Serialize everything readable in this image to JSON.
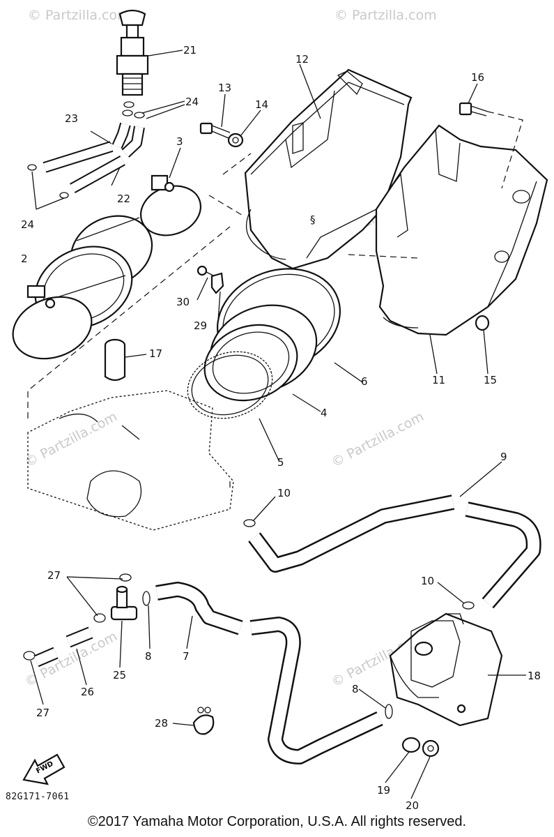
{
  "watermark": "© Partzilla.com",
  "part_code": "82G171-7061",
  "copyright": "©2017 Yamaha Motor Corporation, U.S.A. All rights reserved.",
  "fwd_label": "FWD",
  "callouts": {
    "c2": "2",
    "c3": "3",
    "c4": "4",
    "c5": "5",
    "c6": "6",
    "c7": "7",
    "c8a": "8",
    "c8b": "8",
    "c9": "9",
    "c10a": "10",
    "c10b": "10",
    "c11": "11",
    "c12": "12",
    "c13": "13",
    "c14": "14",
    "c15": "15",
    "c16": "16",
    "c17": "17",
    "c18": "18",
    "c19": "19",
    "c20": "20",
    "c21": "21",
    "c22": "22",
    "c23": "23",
    "c24a": "24",
    "c24b": "24",
    "c25": "25",
    "c26": "26",
    "c27a": "27",
    "c27b": "27",
    "c28": "28",
    "c29": "29",
    "c30": "30"
  }
}
